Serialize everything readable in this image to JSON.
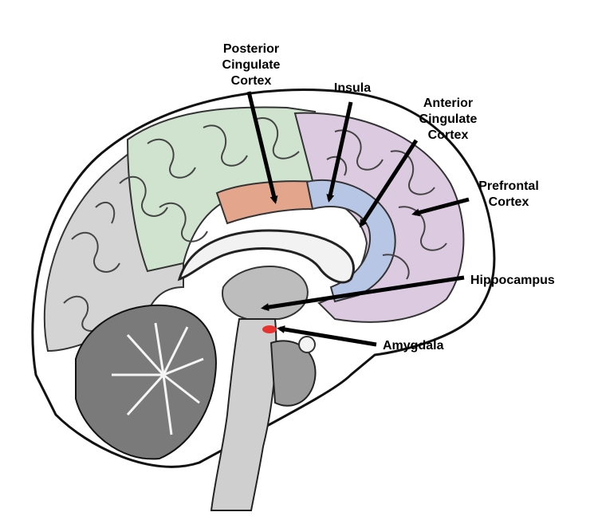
{
  "diagram": {
    "regions": [
      {
        "id": "posterior-cingulate-cortex",
        "lines": [
          "Posterior",
          "Cingulate",
          "Cortex"
        ],
        "color": "#e3a58b"
      },
      {
        "id": "insula",
        "lines": [
          "Insula"
        ],
        "color": "#b8c6e6"
      },
      {
        "id": "anterior-cingulate-cortex",
        "lines": [
          "Anterior",
          "Cingulate",
          "Cortex"
        ],
        "color": "#b8c6e6"
      },
      {
        "id": "prefrontal-cortex",
        "lines": [
          "Prefrontal",
          "Cortex"
        ],
        "color": "#dccbe0"
      },
      {
        "id": "hippocampus",
        "lines": [
          "Hippocampus"
        ],
        "color": "#cfcfcf"
      },
      {
        "id": "amygdala",
        "lines": [
          "Amygdala"
        ],
        "color": "#e8322f"
      }
    ],
    "colors": {
      "parietal": "#cfe3cf",
      "occipital": "#d4d4d4",
      "frontal": "#dccbe0",
      "cingulate": "#b8c6e6",
      "posterior_cingulate": "#e3a58b",
      "amygdala": "#e8322f",
      "outline": "#111111"
    }
  }
}
